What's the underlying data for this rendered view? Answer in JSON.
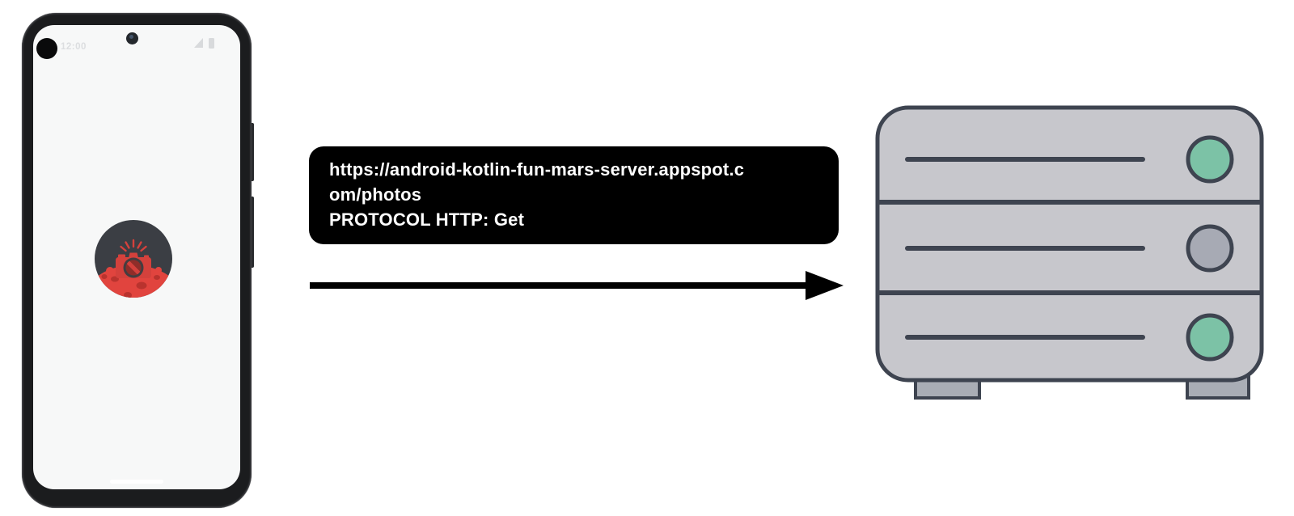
{
  "phone": {
    "status_bar": {
      "time": "12:00"
    },
    "colors": {
      "frame": "#1b1c1e",
      "screen": "#f7f8f8",
      "status_icons": "#d8dadc"
    }
  },
  "app_icon": {
    "sky": "#3b3e44",
    "planet": "#e1443e",
    "crater": "#b9332e",
    "camera": "#d4413c",
    "lens_ring": "#443d40",
    "lens": "#8f2d29"
  },
  "request": {
    "lines": [
      "https://android-kotlin-fun-mars-server.appspot.c",
      "om/photos",
      "PROTOCOL HTTP: Get"
    ],
    "bg": "#000000",
    "text": "#ffffff"
  },
  "arrow": {
    "color": "#000000"
  },
  "server": {
    "body": "#c7c7cc",
    "outline": "#3e4450",
    "foot": "#a9adb5",
    "bays": [
      {
        "led": "#7cc2a6"
      },
      {
        "led": "#a7aab4"
      },
      {
        "led": "#7cc2a6"
      }
    ]
  }
}
